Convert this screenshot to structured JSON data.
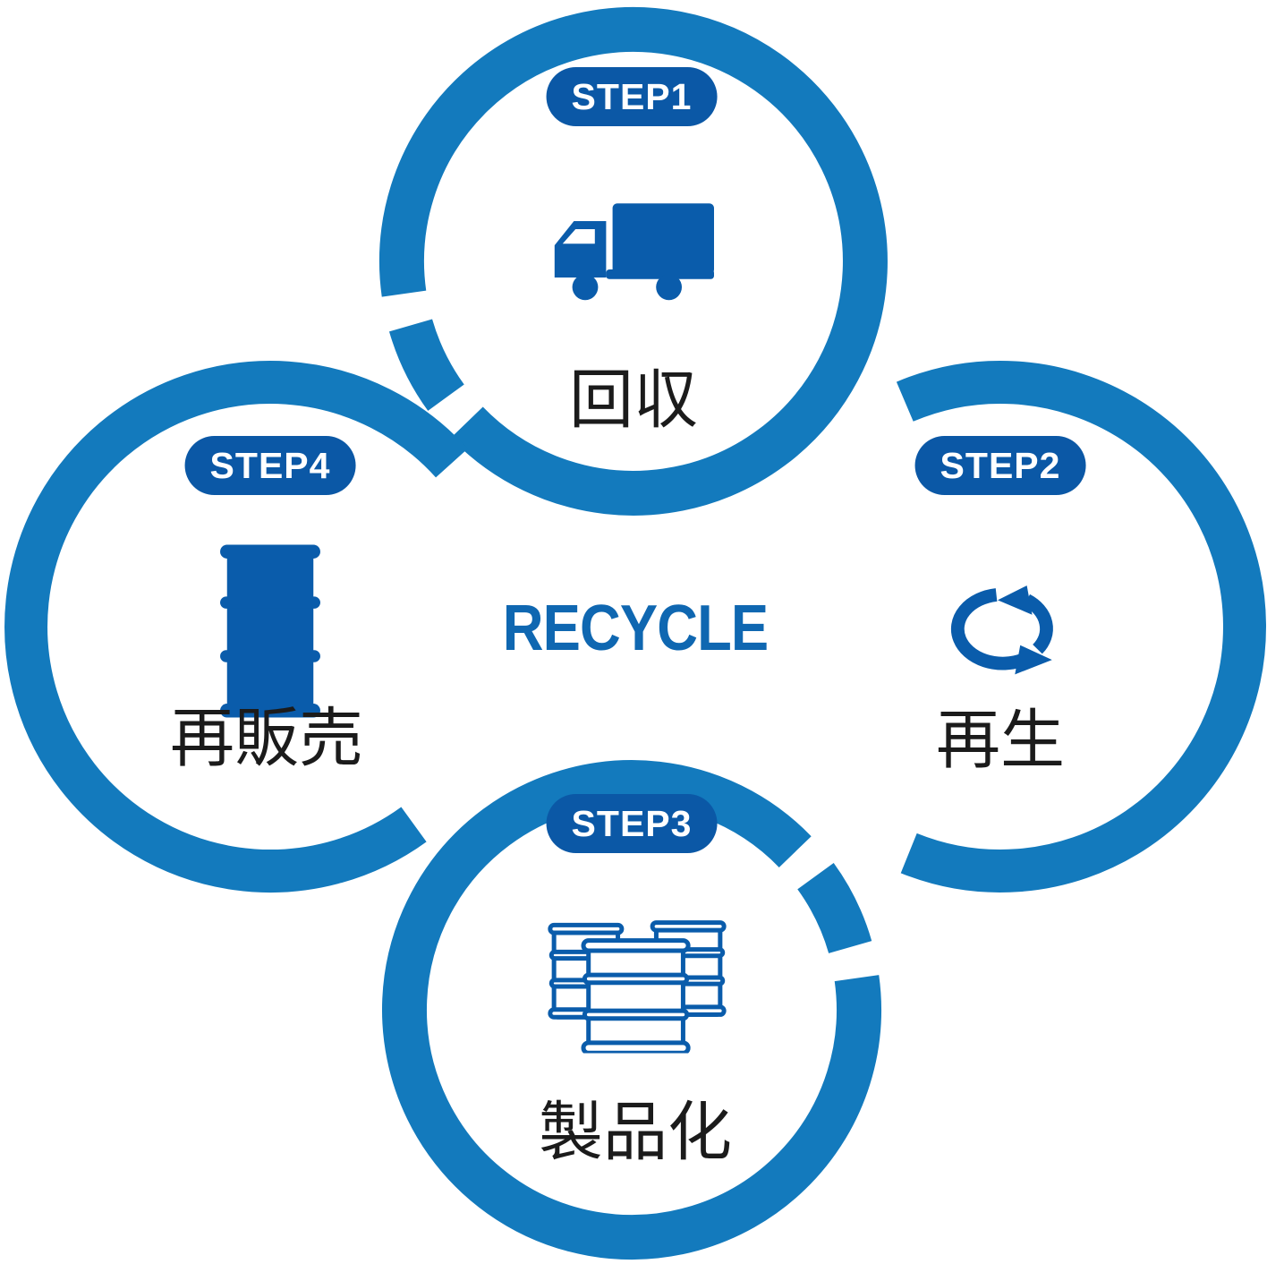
{
  "center": {
    "title": "RECYCLE"
  },
  "steps": [
    {
      "badge": "STEP1",
      "label": "回収",
      "icon": "truck-icon",
      "position": "top"
    },
    {
      "badge": "STEP2",
      "label": "再生",
      "icon": "recycle-arrows-icon",
      "position": "right"
    },
    {
      "badge": "STEP3",
      "label": "製品化",
      "icon": "drums-outline-icon",
      "position": "bottom"
    },
    {
      "badge": "STEP4",
      "label": "再販売",
      "icon": "drum-solid-icon",
      "position": "left"
    }
  ],
  "colors": {
    "ring_blue": "#137ABD",
    "badge_blue": "#0B58A6",
    "icon_blue": "#0A5CAB",
    "center_text_blue": "#0F67B1",
    "label_text": "#1B1B1B",
    "background": "#FFFFFF"
  }
}
